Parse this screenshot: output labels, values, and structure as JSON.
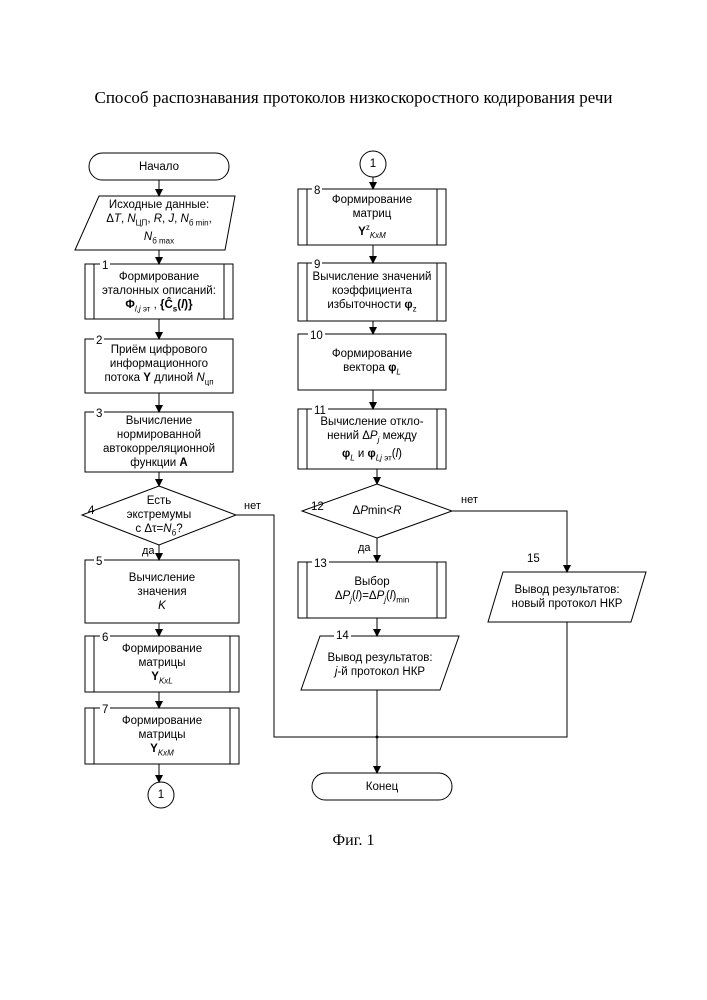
{
  "title": "Способ распознавания протоколов низкоскоростного кодирования речи",
  "caption": "Фиг. 1",
  "start": "Начало",
  "end": "Конец",
  "connector": "1",
  "labels": {
    "no": "нет",
    "yes": "да"
  },
  "input_block": {
    "line1": "Исходные данные:"
  },
  "blocks": {
    "b1": {
      "num": "1",
      "line1": "Формирование",
      "line2": "эталонных описаний:"
    },
    "b2": {
      "num": "2",
      "line1": "Приём цифрового",
      "line2": "информационного",
      "line3": "потока",
      "var": "Y",
      "line4": "длиной"
    },
    "b3": {
      "num": "3",
      "line1": "Вычисление",
      "line2": "нормированной",
      "line3": "автокорреляционной",
      "line4": "функции",
      "var": "A"
    },
    "b4": {
      "num": "4",
      "line1": "Есть",
      "line2": "экстремумы"
    },
    "b5": {
      "num": "5",
      "line1": "Вычисление",
      "line2": "значения",
      "var": "K"
    },
    "b6": {
      "num": "6",
      "line1": "Формирование",
      "line2": "матрицы"
    },
    "b7": {
      "num": "7",
      "line1": "Формирование",
      "line2": "матрицы"
    },
    "b8": {
      "num": "8",
      "line1": "Формирование",
      "line2": "матриц"
    },
    "b9": {
      "num": "9",
      "line1": "Вычисление значений",
      "line2": "коэффициента",
      "line3": "избыточности"
    },
    "b10": {
      "num": "10",
      "line1": "Формирование",
      "line2": "вектора"
    },
    "b11": {
      "num": "11",
      "line1": "Вычисление откло-",
      "line2": "нений",
      "line2b": "между",
      "mid": "и"
    },
    "b12": {
      "num": "12"
    },
    "b13": {
      "num": "13",
      "line1": "Выбор"
    },
    "b14": {
      "num": "14",
      "line1": "Вывод результатов:",
      "line2": "-й протокол НКР",
      "var": "j"
    },
    "b15": {
      "num": "15",
      "line1": "Вывод результатов:",
      "line2": "новый протокол НКР"
    }
  }
}
